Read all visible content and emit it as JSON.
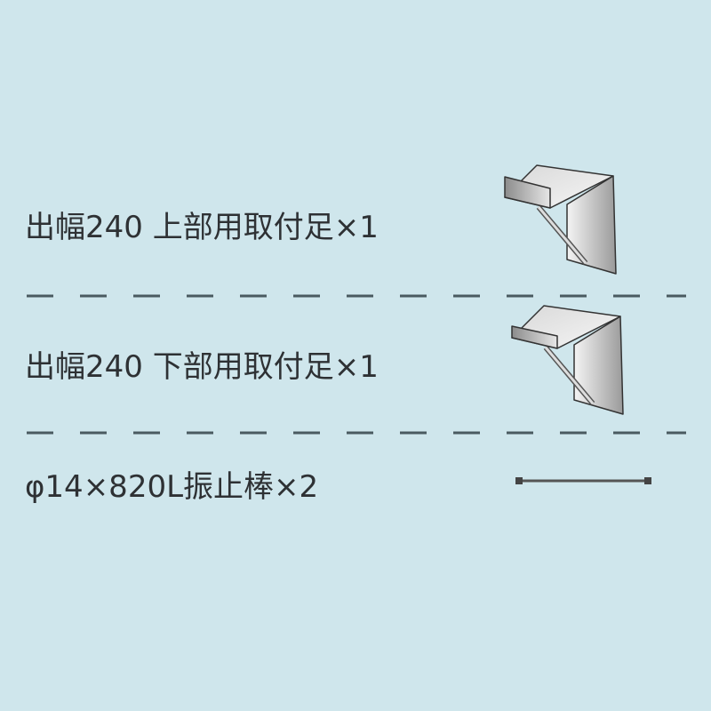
{
  "items": [
    {
      "label": "出幅240 上部用取付足×1",
      "icon": "upper-bracket"
    },
    {
      "label": "出幅240 下部用取付足×1",
      "icon": "lower-bracket"
    },
    {
      "label": "φ14×820L振止棒×2",
      "icon": "anti-sway-rod"
    }
  ],
  "colors": {
    "background": "#cfe6ec",
    "text": "#2e3134",
    "divider": "#4a5a60"
  }
}
